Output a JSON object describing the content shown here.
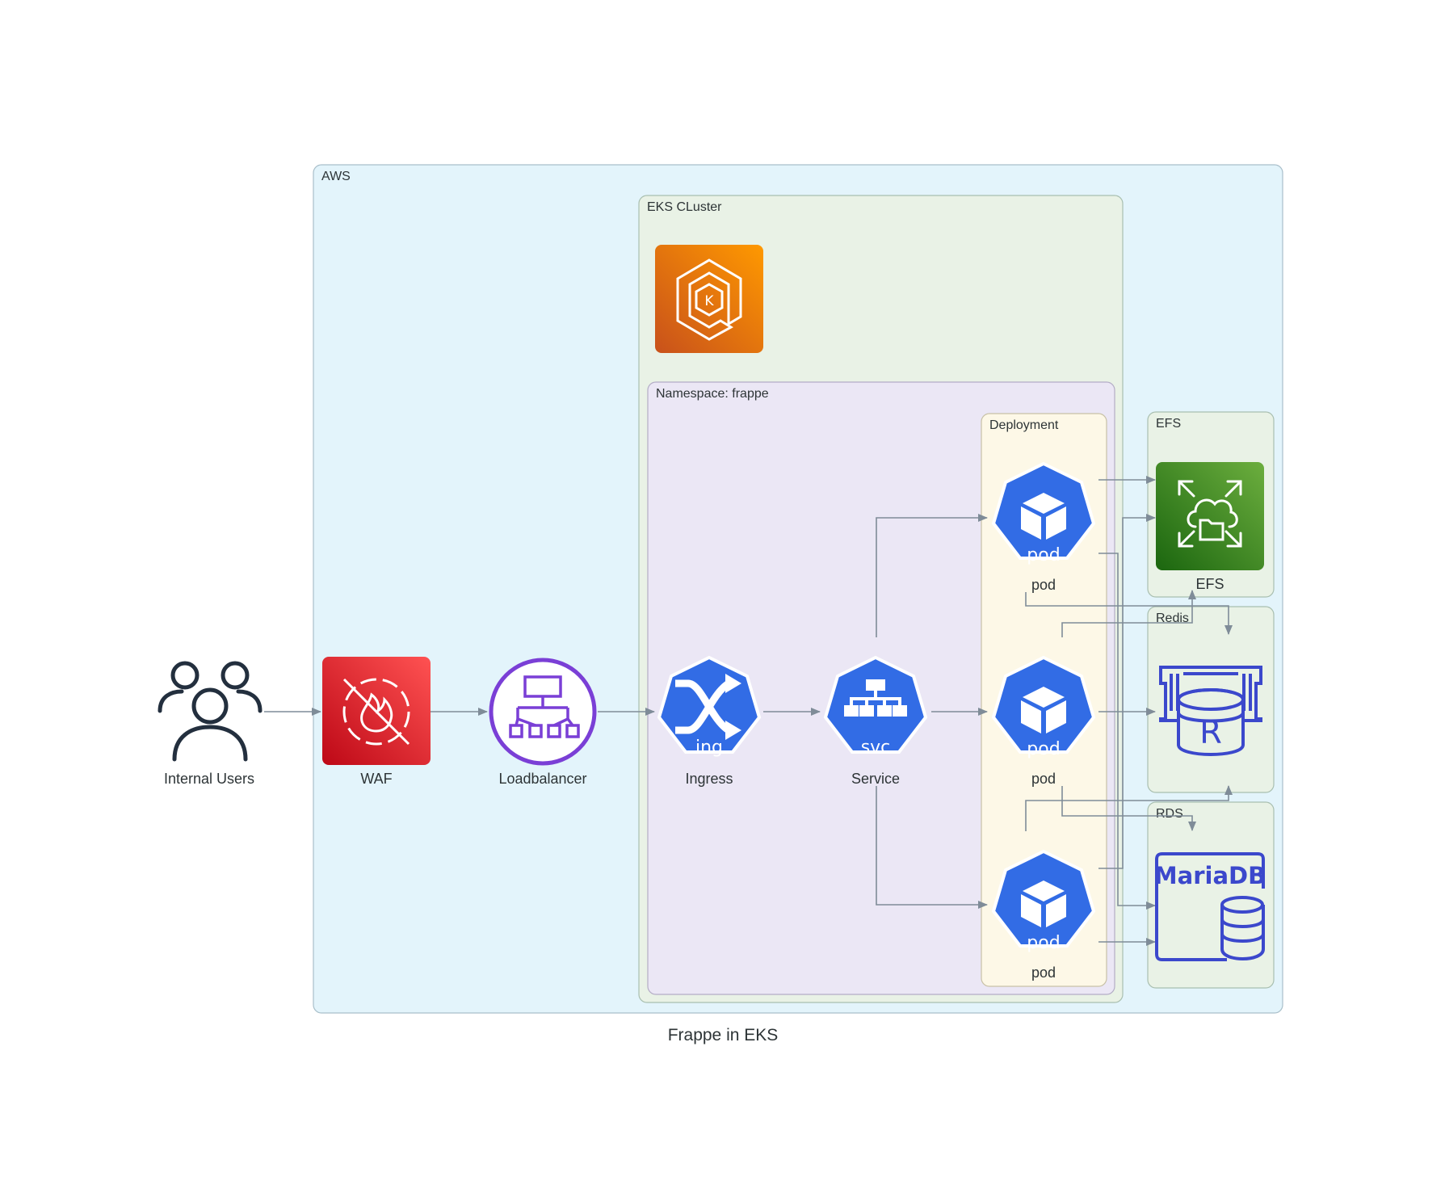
{
  "diagram": {
    "caption": "Frappe in EKS",
    "clusters": {
      "aws": "AWS",
      "eks": "EKS CLuster",
      "namespace": "Namespace: frappe",
      "deployment": "Deployment",
      "efs": "EFS",
      "redis": "Redis",
      "rds": "RDS"
    },
    "nodes": {
      "users": "Internal Users",
      "waf": "WAF",
      "loadbalancer": "Loadbalancer",
      "ingress": "Ingress",
      "service": "Service",
      "pod1": "pod",
      "pod2": "pod",
      "pod3": "pod",
      "efs": "EFS"
    },
    "icon_text": {
      "ingress": "ing",
      "service": "svc",
      "pod": "pod",
      "redis": "R",
      "mariadb": "MariaDB",
      "eks": "K"
    },
    "icons": {
      "users": "users-icon",
      "waf": "waf-firewall-icon",
      "loadbalancer": "load-balancer-icon",
      "eks": "eks-icon",
      "ingress": "k8s-ingress-icon",
      "service": "k8s-service-icon",
      "pod": "k8s-pod-icon",
      "efs": "efs-icon",
      "redis": "redis-icon",
      "mariadb": "mariadb-icon"
    },
    "colors": {
      "aws_bg": "#e3f4fb",
      "eks_bg": "#e9f2e6",
      "namespace_bg": "#ebe7f5",
      "deployment_bg": "#fdf8e7",
      "storage_bg": "#e9f2e6",
      "k8s_blue": "#326ce5",
      "waf_red": "#dd344c",
      "lb_purple": "#8c4fff",
      "eks_orange": "#ed7100",
      "efs_green": "#3f8624",
      "db_blue": "#3b48cc",
      "edge": "#7f8c98"
    }
  }
}
